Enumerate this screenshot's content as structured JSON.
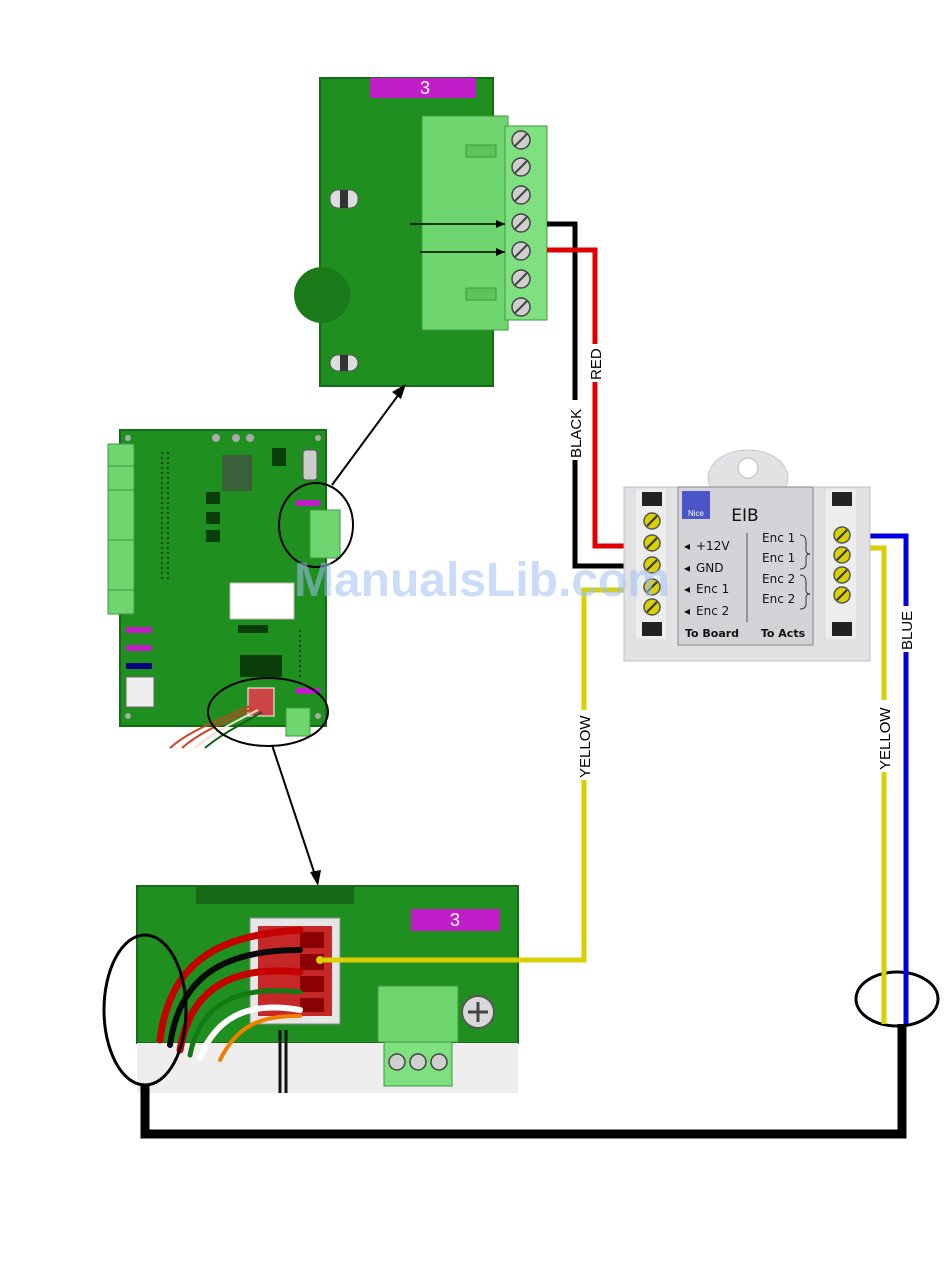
{
  "connector_top": {
    "badge": "3"
  },
  "connector_bottom": {
    "badge": "3"
  },
  "wires": {
    "black": "BLACK",
    "red": "RED",
    "yellow_left": "YELLOW",
    "yellow_right": "YELLOW",
    "blue": "BLUE"
  },
  "eib": {
    "brand": "Nice",
    "title": "EIB",
    "left_labels": [
      "+12V",
      "GND",
      "Enc 1",
      "Enc 2"
    ],
    "right_labels": [
      "Enc 1",
      "Enc 1",
      "Enc 2",
      "Enc 2"
    ],
    "footer_left": "To Board",
    "footer_right": "To Acts"
  },
  "watermark": "ManualsLib.com",
  "colors": {
    "pcb": "#1f8f1f",
    "terminal": "#6fd66f",
    "badge": "#c21ec8",
    "black_wire": "#000000",
    "red_wire": "#e00000",
    "yellow_wire": "#d8d000",
    "blue_wire": "#0000e0"
  }
}
